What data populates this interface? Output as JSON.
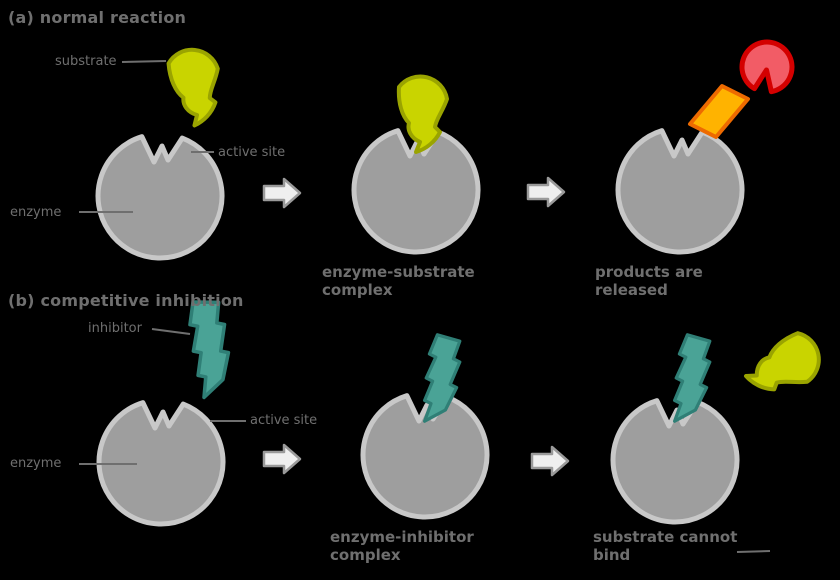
{
  "colors": {
    "background": "#000000",
    "text": "#6f6f6f",
    "enzyme_fill": "#9e9e9e",
    "enzyme_stroke": "#c8c8c8",
    "substrate_fill": "#c9d400",
    "substrate_stroke": "#9aa400",
    "inhibitor_fill": "#4aa396",
    "inhibitor_stroke": "#2f7f76",
    "product_diamond_fill": "#ffb300",
    "product_diamond_stroke": "#ed6a00",
    "product_pacman_fill": "#f25c66",
    "product_pacman_stroke": "#d40000",
    "arrow_fill": "#efefef",
    "arrow_stroke": "#9a9a9a",
    "pointer_line": "#6f6f6f"
  },
  "row_a": {
    "title": "(a) normal reaction",
    "labels": {
      "substrate": "substrate",
      "active_site": "active site",
      "enzyme": "enzyme"
    },
    "caption_mid": {
      "line1": "enzyme-substrate",
      "line2": "complex"
    },
    "caption_right": {
      "line1": "products are",
      "line2": "released"
    }
  },
  "row_b": {
    "title": "(b) competitive inhibition",
    "labels": {
      "inhibitor": "inhibitor",
      "active_site": "active site",
      "enzyme": "enzyme"
    },
    "caption_mid": {
      "line1": "enzyme-inhibitor",
      "line2": "complex"
    },
    "caption_right": {
      "line1": "substrate cannot",
      "line2": "bind"
    }
  }
}
